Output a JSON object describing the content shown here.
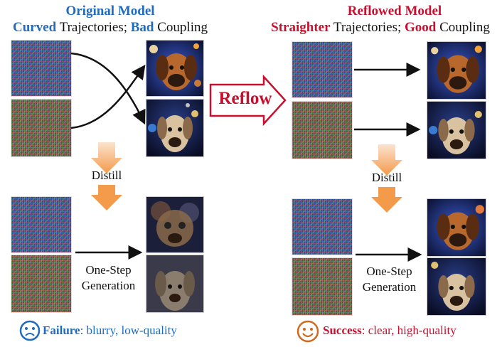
{
  "left": {
    "title": "Original Model",
    "subtitle_bold": "Curved",
    "subtitle_mid": " Trajectories; ",
    "subtitle_bold2": "Bad",
    "subtitle_end": " Coupling",
    "distill_label": "Distill",
    "onestep_line1": "One-Step",
    "onestep_line2": "Generation",
    "outcome_word": "Failure",
    "outcome_desc": ": blurry, low-quality"
  },
  "right": {
    "title": "Reflowed Model",
    "subtitle_bold": "Straighter",
    "subtitle_mid": " Trajectories; ",
    "subtitle_bold2": "Good",
    "subtitle_end": " Coupling",
    "distill_label": "Distill",
    "onestep_line1": "One-Step",
    "onestep_line2": "Generation",
    "outcome_word": "Success",
    "outcome_desc": ": clear, high-quality"
  },
  "center": {
    "reflow_label": "Reflow"
  },
  "colors": {
    "left_accent": "#1f6bbf",
    "right_accent": "#c8102e",
    "distill_arrow": "#f39a4b",
    "reflow_arrow": "#c8102e"
  },
  "icons": {
    "failure": "sad-face-icon",
    "success": "happy-face-icon"
  }
}
